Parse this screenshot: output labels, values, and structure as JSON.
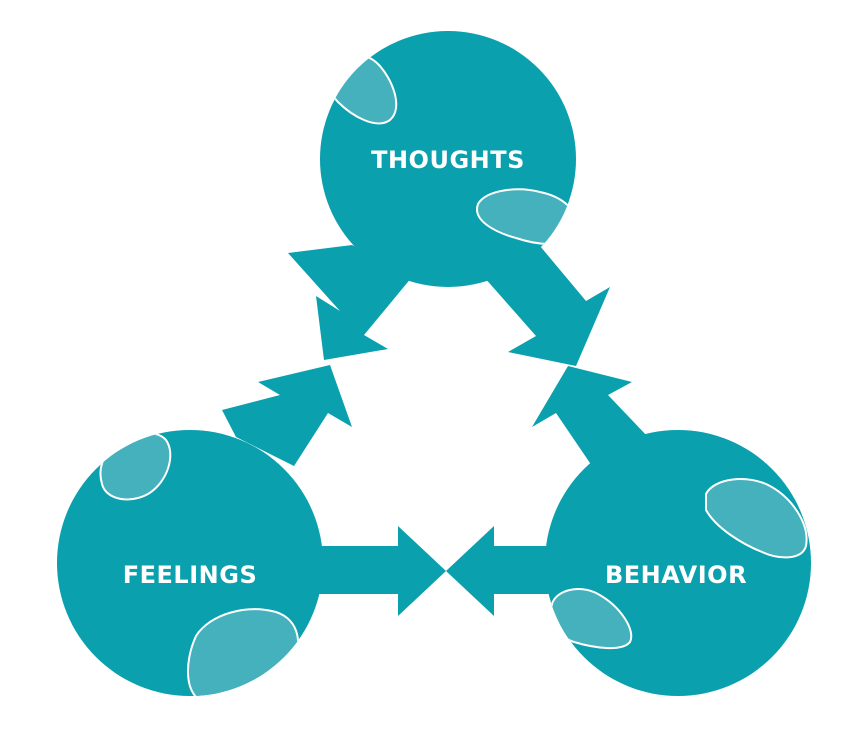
{
  "diagram": {
    "colors": {
      "circle": "#0aa0ad",
      "blob": "#45b1bc",
      "blob_outline": "#ffffff",
      "arrow": "#0aa0ad",
      "label": "#ffffff",
      "background": "#ffffff"
    },
    "nodes": {
      "thoughts": {
        "label": "THOUGHTS"
      },
      "feelings": {
        "label": "FEELINGS"
      },
      "behavior": {
        "label": "BEHAVIOR"
      }
    },
    "arrows": [
      {
        "from": "thoughts",
        "to": "center"
      },
      {
        "from": "feelings",
        "to": "center"
      },
      {
        "from": "behavior",
        "to": "center"
      },
      {
        "from": "thoughts",
        "to": "center"
      },
      {
        "from": "feelings",
        "to": "center"
      },
      {
        "from": "behavior",
        "to": "center"
      }
    ]
  }
}
